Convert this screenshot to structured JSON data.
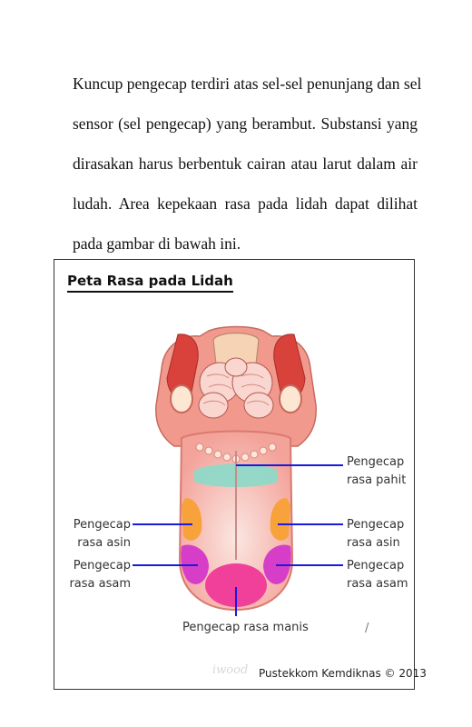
{
  "paragraph": {
    "lines": [
      "Kuncup pengecap terdiri atas sel-sel penunjang dan sel",
      "sensor (sel pengecap) yang berambut. Substansi yang",
      "dirasakan harus berbentuk cairan atau larut dalam air",
      "ludah. Area kepekaan rasa pada lidah dapat dilihat",
      "pada gambar di bawah ini."
    ]
  },
  "figure": {
    "title": "Peta Rasa pada Lidah",
    "labels": {
      "pahit": {
        "line1": "Pengecap",
        "line2": "rasa pahit"
      },
      "asin_left": {
        "line1": "Pengecap",
        "line2": "rasa asin"
      },
      "asin_right": {
        "line1": "Pengecap",
        "line2": "rasa asin"
      },
      "asam_left": {
        "line1": "Pengecap",
        "line2": "rasa asam"
      },
      "asam_right": {
        "line1": "Pengecap",
        "line2": "rasa asam"
      },
      "manis": "Pengecap rasa manis"
    },
    "watermark": "iwood",
    "credit": "Pustekkom Kemdiknas © 2013",
    "stray_mark": "/",
    "colors": {
      "pahit": "#8fd9c8",
      "asin": "#f7a23a",
      "asam": "#d63ec8",
      "manis": "#f0409a",
      "pointer": "#1a1adf",
      "tongue": "#f4a49c",
      "tongue_center": "#fbe3de"
    }
  }
}
